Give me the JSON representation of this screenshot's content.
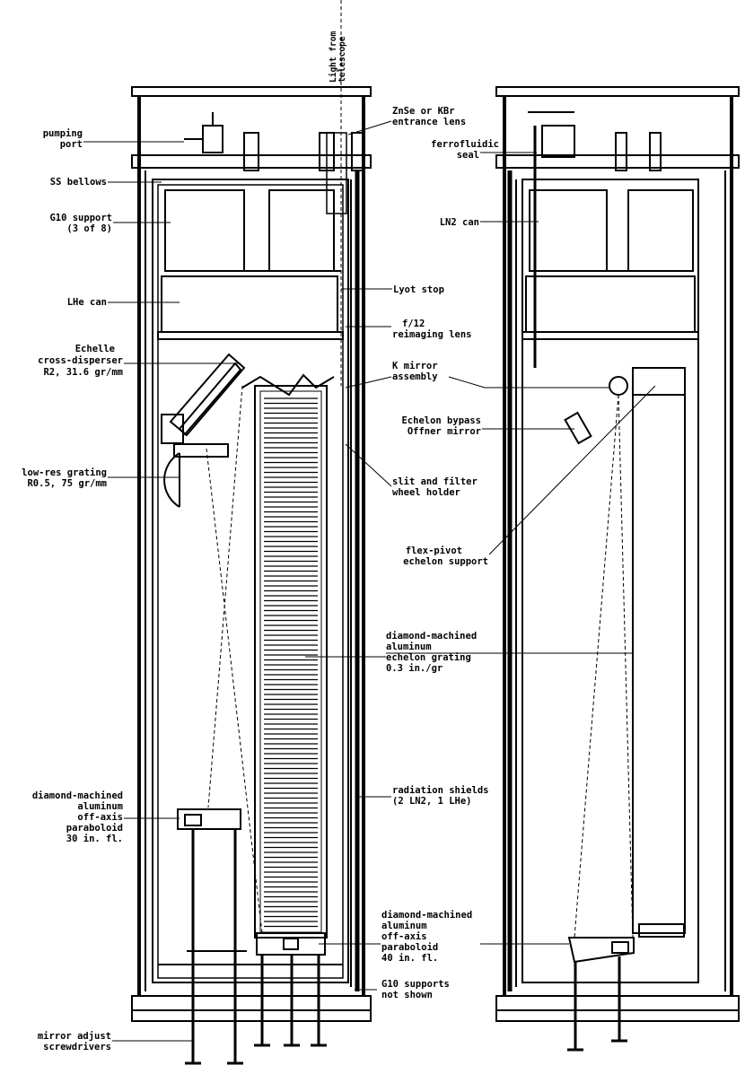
{
  "labels": {
    "pumping_port": [
      "pumping",
      "port"
    ],
    "ss_bellows": [
      "SS bellows"
    ],
    "g10_support": [
      "G10 support",
      "(3 of 8)"
    ],
    "lhe_can": [
      "LHe can"
    ],
    "echelle": [
      "Echelle",
      "cross-disperser",
      "R2, 31.6 gr/mm"
    ],
    "low_res_grating": [
      "low-res grating",
      "R0.5, 75 gr/mm"
    ],
    "paraboloid_30": [
      "diamond-machined",
      "aluminum",
      "off-axis",
      "paraboloid",
      "30 in. fl."
    ],
    "mirror_adjust": [
      "mirror adjust",
      "screwdrivers"
    ],
    "light_from_telescope": [
      "Light from",
      "telescope"
    ],
    "entrance_lens": [
      "ZnSe or KBr",
      "entrance lens"
    ],
    "lyot_stop": [
      "Lyot stop"
    ],
    "reimaging_lens": [
      "f/12",
      "reimaging lens"
    ],
    "k_mirror": [
      "K mirror",
      "assembly"
    ],
    "slit_filter": [
      "slit and filter",
      "wheel holder"
    ],
    "echelon_grating": [
      "diamond-machined",
      "aluminum",
      "echelon grating",
      "0.3 in./gr"
    ],
    "radiation_shields": [
      "radiation shields",
      "(2 LN2, 1 LHe)"
    ],
    "paraboloid_40": [
      "diamond-machined",
      "aluminum",
      "off-axis",
      "paraboloid",
      "40 in. fl."
    ],
    "g10_not_shown": [
      "G10 supports",
      "not shown"
    ],
    "ferrofluidic_seal": [
      "ferrofluidic",
      "seal"
    ],
    "ln2_can": [
      "LN2 can"
    ],
    "echelon_bypass": [
      "Echelon bypass",
      "Offner mirror"
    ],
    "flex_pivot": [
      "flex-pivot",
      "echelon support"
    ]
  }
}
